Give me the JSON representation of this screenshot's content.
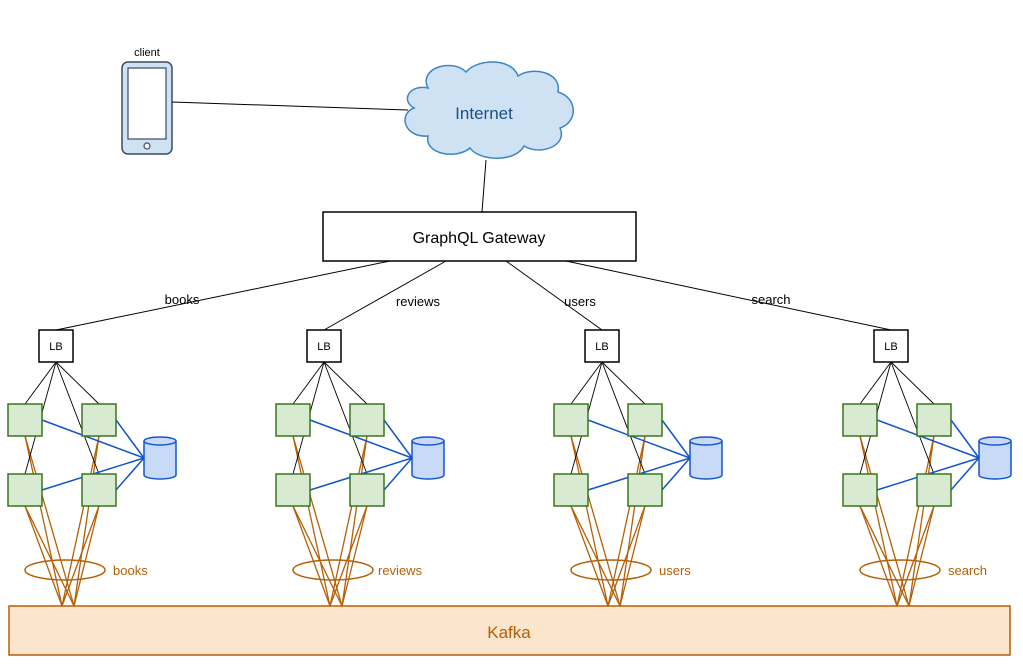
{
  "client": {
    "label": "client"
  },
  "internet": {
    "label": "Internet"
  },
  "gateway": {
    "label": "GraphQL Gateway"
  },
  "lb_label": "LB",
  "kafka": {
    "label": "Kafka"
  },
  "services": [
    {
      "route_label": "books",
      "topic_label": "books"
    },
    {
      "route_label": "reviews",
      "topic_label": "reviews"
    },
    {
      "route_label": "users",
      "topic_label": "users"
    },
    {
      "route_label": "search",
      "topic_label": "search"
    }
  ],
  "colors": {
    "node_fill": "#d9ead3",
    "node_stroke": "#38761d",
    "db_fill": "#c9daf8",
    "db_stroke": "#1155cc",
    "db_link": "#1155cc",
    "kafka_fill": "#fce5cd",
    "kafka_stroke": "#b45f06",
    "kafka_link": "#b45f06",
    "cloud_fill": "#cfe2f3",
    "cloud_stroke": "#3d85c6",
    "internet_text": "#1c4f87",
    "phone_fill": "#cfe2f3",
    "phone_stroke": "#3c4b63"
  }
}
